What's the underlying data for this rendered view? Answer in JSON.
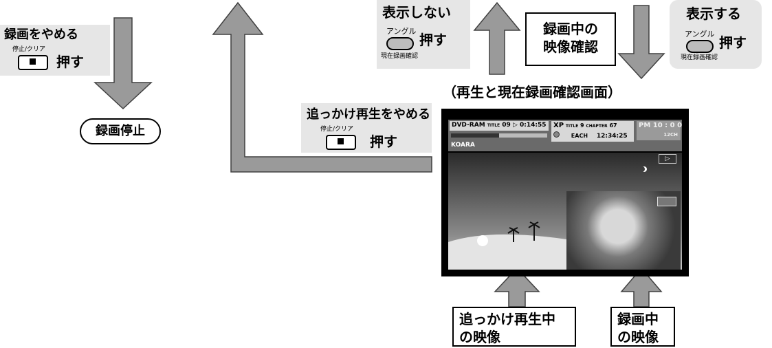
{
  "stop_recording": {
    "title": "録画をやめる",
    "button_label": "停止/クリア",
    "press": "押す",
    "result": "録画停止"
  },
  "stop_chase": {
    "title": "追っかけ再生をやめる",
    "button_label": "停止/クリア",
    "press": "押す"
  },
  "hide_display": {
    "title": "表示しない",
    "button_label": "アングル",
    "press": "押す",
    "sub_label": "現在録画確認"
  },
  "show_display": {
    "title": "表示する",
    "button_label": "アングル",
    "press": "押す",
    "sub_label": "現在録画確認"
  },
  "recording_video_check": {
    "line1": "録画中の",
    "line2": "映像確認"
  },
  "screen_caption": "（再生と現在録画確認画面）",
  "osd": {
    "disc": "DVD-RAM",
    "title_label": "TITLE",
    "title_num": "09",
    "play_icon": "▷",
    "elapsed": "0:14:55",
    "mode": "XP",
    "rec_title_label": "TITLE",
    "rec_title_num": "9",
    "chapter_label": "CHAPTER",
    "chapter_num": "67",
    "each": "EACH",
    "rec_time": "12:34:25",
    "clock": "PM 10 : 0 0",
    "channel": "12CH",
    "program_name": "KOARA",
    "play_indicator": "▷"
  },
  "callouts": {
    "chase_video": {
      "line1": "追っかけ再生中",
      "line2": "の映像"
    },
    "rec_video": {
      "line1": "録画中",
      "line2": "の映像"
    }
  },
  "colors": {
    "panel_gray": "#e6e6e6",
    "arrow_fill": "#9a9a9a",
    "arrow_stroke": "#404040"
  }
}
